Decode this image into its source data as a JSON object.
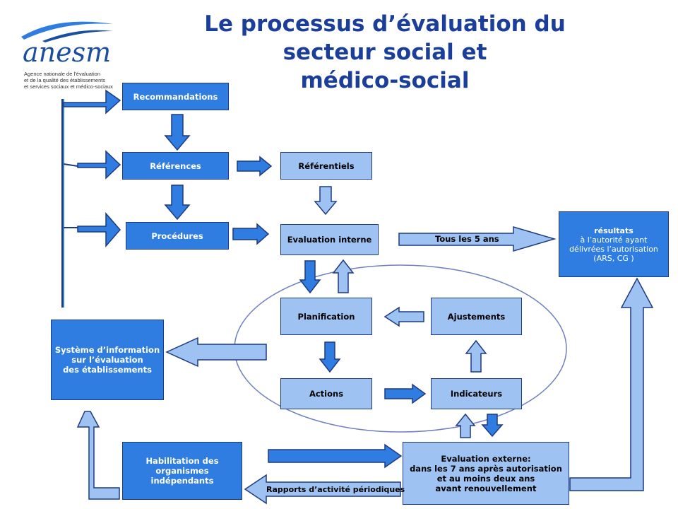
{
  "title": {
    "line1": "Le processus d’évaluation du",
    "line2": "secteur social et",
    "line3": "médico-social"
  },
  "logo": {
    "name": "anesm",
    "line1": "Agence nationale de l’évaluation",
    "line2": "et de la qualité des établissements",
    "line3": "et services sociaux et médico-sociaux"
  },
  "boxes": {
    "recommandations": "Recommandations",
    "references": "Références",
    "procedures": "Procédures",
    "referentiels": "Référentiels",
    "evaluation_interne": "Evaluation interne",
    "planification": "Planification",
    "ajustements": "Ajustements",
    "actions": "Actions",
    "indicateurs": "Indicateurs",
    "resultats": {
      "line1": "résultats",
      "line2": "à l’autorité ayant",
      "line3": "délivrées l’autorisation",
      "line4": "(ARS, CG )"
    },
    "systeme": {
      "line1": "Système d’information",
      "line2": "sur l’évaluation",
      "line3": "des établissements"
    },
    "habilitation": {
      "line1": "Habilitation des",
      "line2": "organismes",
      "line3": "indépendants"
    },
    "evaluation_externe": {
      "line1": "Evaluation externe:",
      "line2": "dans les 7 ans après autorisation",
      "line3": "et au moins deux ans",
      "line4": "avant renouvellement"
    }
  },
  "arrow_labels": {
    "tous_les_5_ans": "Tous les 5 ans",
    "rapports": "Rapports d’activité périodiques"
  },
  "colors": {
    "title": "#1a3e9a",
    "dark_box": "#2f7de0",
    "light_box": "#9ec3f2",
    "arrow_dark": "#2f7de0",
    "arrow_light": "#9ec3f2",
    "outline": "#1f3a80"
  }
}
